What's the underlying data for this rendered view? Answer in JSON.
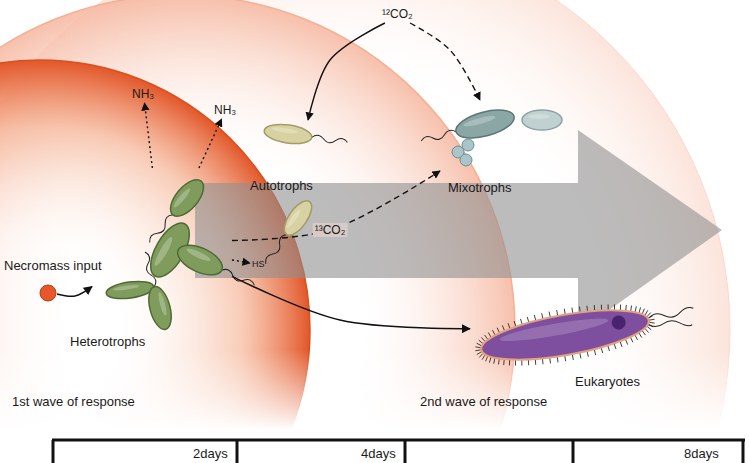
{
  "diagram": {
    "nodes": [
      {
        "text": [
          "Necromass input"
        ]
      },
      {
        "text": [
          "Heterotrophs"
        ]
      },
      {
        "text": [
          "Autotrophs"
        ]
      },
      {
        "text": [
          "Mixotrophs"
        ]
      },
      {
        "text": [
          "Eukaryotes"
        ]
      },
      {
        "text": [
          "NH₃"
        ]
      },
      {
        "text": [
          "NH₃"
        ]
      },
      {
        "text": [
          "¹²CO₂"
        ]
      },
      {
        "text": [
          "HS"
        ]
      }
    ],
    "edges": [
      {
        "from": 0,
        "to": 1,
        "arrow": "to"
      },
      {
        "from": 1,
        "to": 5,
        "arrow": "to"
      },
      {
        "from": 1,
        "to": 6,
        "arrow": "to"
      },
      {
        "from": 1,
        "to": 8,
        "arrow": "to"
      },
      {
        "from": 1,
        "to": 3,
        "label": "¹³CO₂",
        "arrow": "to"
      },
      {
        "from": 7,
        "to": 2,
        "arrow": "to"
      },
      {
        "from": 7,
        "to": 3,
        "arrow": "to"
      },
      {
        "from": 1,
        "to": 4,
        "arrow": "to"
      }
    ],
    "labels": [
      "1st wave of response",
      "2nd wave of response",
      "2days",
      "4days",
      "8days"
    ]
  }
}
